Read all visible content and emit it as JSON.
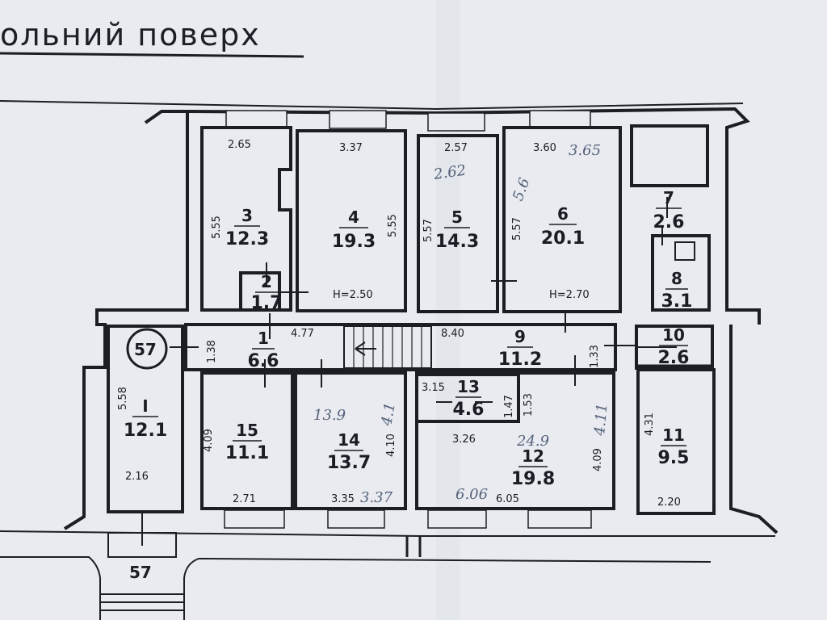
{
  "title": "ольний поверх",
  "rooms": [
    {
      "id": "1",
      "num": "1",
      "area": "6.6"
    },
    {
      "id": "2",
      "num": "2",
      "area": "1.7"
    },
    {
      "id": "3",
      "num": "3",
      "area": "12.3"
    },
    {
      "id": "4",
      "num": "4",
      "area": "19.3"
    },
    {
      "id": "5",
      "num": "5",
      "area": "14.3"
    },
    {
      "id": "6",
      "num": "6",
      "area": "20.1"
    },
    {
      "id": "7",
      "num": "7",
      "area": "2.6"
    },
    {
      "id": "8",
      "num": "8",
      "area": "3.1"
    },
    {
      "id": "9",
      "num": "9",
      "area": "11.2"
    },
    {
      "id": "10",
      "num": "10",
      "area": "2.6"
    },
    {
      "id": "11",
      "num": "11",
      "area": "9.5"
    },
    {
      "id": "12",
      "num": "12",
      "area": "19.8"
    },
    {
      "id": "13",
      "num": "13",
      "area": "4.6"
    },
    {
      "id": "14",
      "num": "14",
      "area": "13.7"
    },
    {
      "id": "15",
      "num": "15",
      "area": "11.1"
    },
    {
      "id": "I",
      "num": "I",
      "area": "12.1"
    }
  ],
  "dimensions": [
    "2.65",
    "3.37",
    "2.57",
    "3.60",
    "5.55",
    "5.55",
    "5.57",
    "5.57",
    "H=2.50",
    "H=2.70",
    "4.77",
    "8.40",
    "1.38",
    "1.33",
    "5.58",
    "2.16",
    "3.15",
    "1.47",
    "1.53",
    "4.09",
    "4.10",
    "3.26",
    "4.09",
    "4.31",
    "2.71",
    "3.35",
    "6.05",
    "2.20"
  ],
  "handwritten": [
    "3.65",
    "2.62",
    "5.6",
    "13.9",
    "4.1",
    "24.9",
    "4.11",
    "3.37",
    "6.06"
  ],
  "building_number": "57",
  "street_number": "57"
}
